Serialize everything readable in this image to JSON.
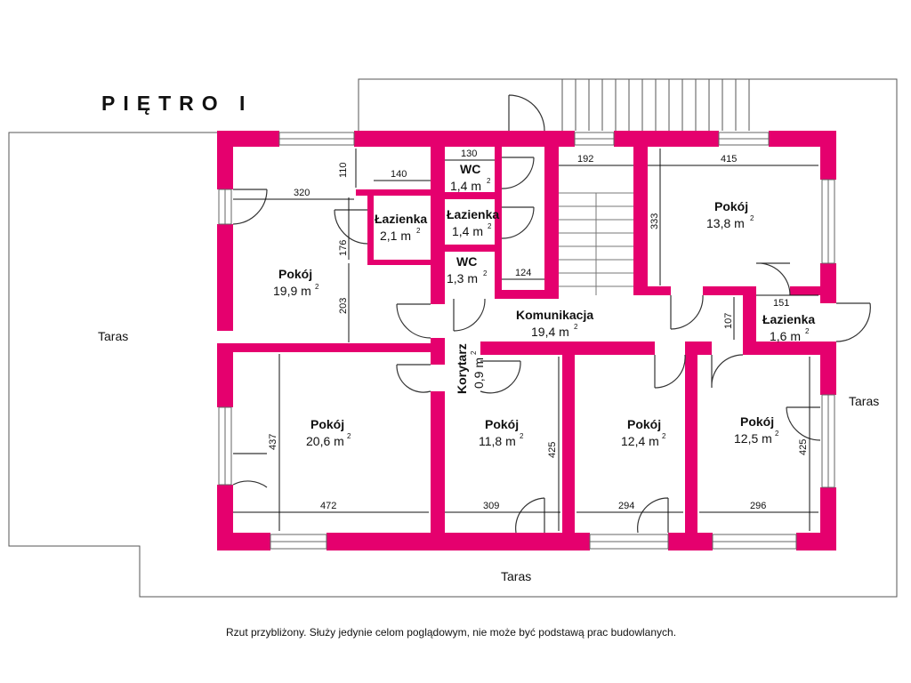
{
  "title": "PIĘTRO I",
  "note": "Rzut przybliżony. Służy jedynie celom poglądowym, nie może być podstawą prac budowlanych.",
  "colors": {
    "wall": "#E5006E",
    "outline": "#555555",
    "dim": "#111111"
  },
  "terraces": {
    "west": "Taras",
    "south": "Taras",
    "east": "Taras"
  },
  "rooms": [
    {
      "name": "Pokój",
      "area": "19,9 m",
      "sup": "2"
    },
    {
      "name": "Łazienka",
      "area": "2,1 m",
      "sup": "2"
    },
    {
      "name": "WC",
      "area": "1,4 m",
      "sup": "2"
    },
    {
      "name": "Łazienka",
      "area": "1,4 m",
      "sup": "2"
    },
    {
      "name": "WC",
      "area": "1,3 m",
      "sup": "2"
    },
    {
      "name": "Pokój",
      "area": "13,8 m",
      "sup": "2"
    },
    {
      "name": "Komunikacja",
      "area": "19,4 m",
      "sup": "2"
    },
    {
      "name": "Łazienka",
      "area": "1,6 m",
      "sup": "2"
    },
    {
      "name": "Korytarz",
      "area": "0,9 m",
      "sup": "2"
    },
    {
      "name": "Pokój",
      "area": "20,6 m",
      "sup": "2"
    },
    {
      "name": "Pokój",
      "area": "11,8 m",
      "sup": "2"
    },
    {
      "name": "Pokój",
      "area": "12,4 m",
      "sup": "2"
    },
    {
      "name": "Pokój",
      "area": "12,5 m",
      "sup": "2"
    }
  ],
  "dimensions": [
    "130",
    "192",
    "415",
    "110",
    "140",
    "320",
    "333",
    "176",
    "203",
    "124",
    "151",
    "107",
    "437",
    "472",
    "309",
    "425",
    "294",
    "296",
    "425"
  ]
}
